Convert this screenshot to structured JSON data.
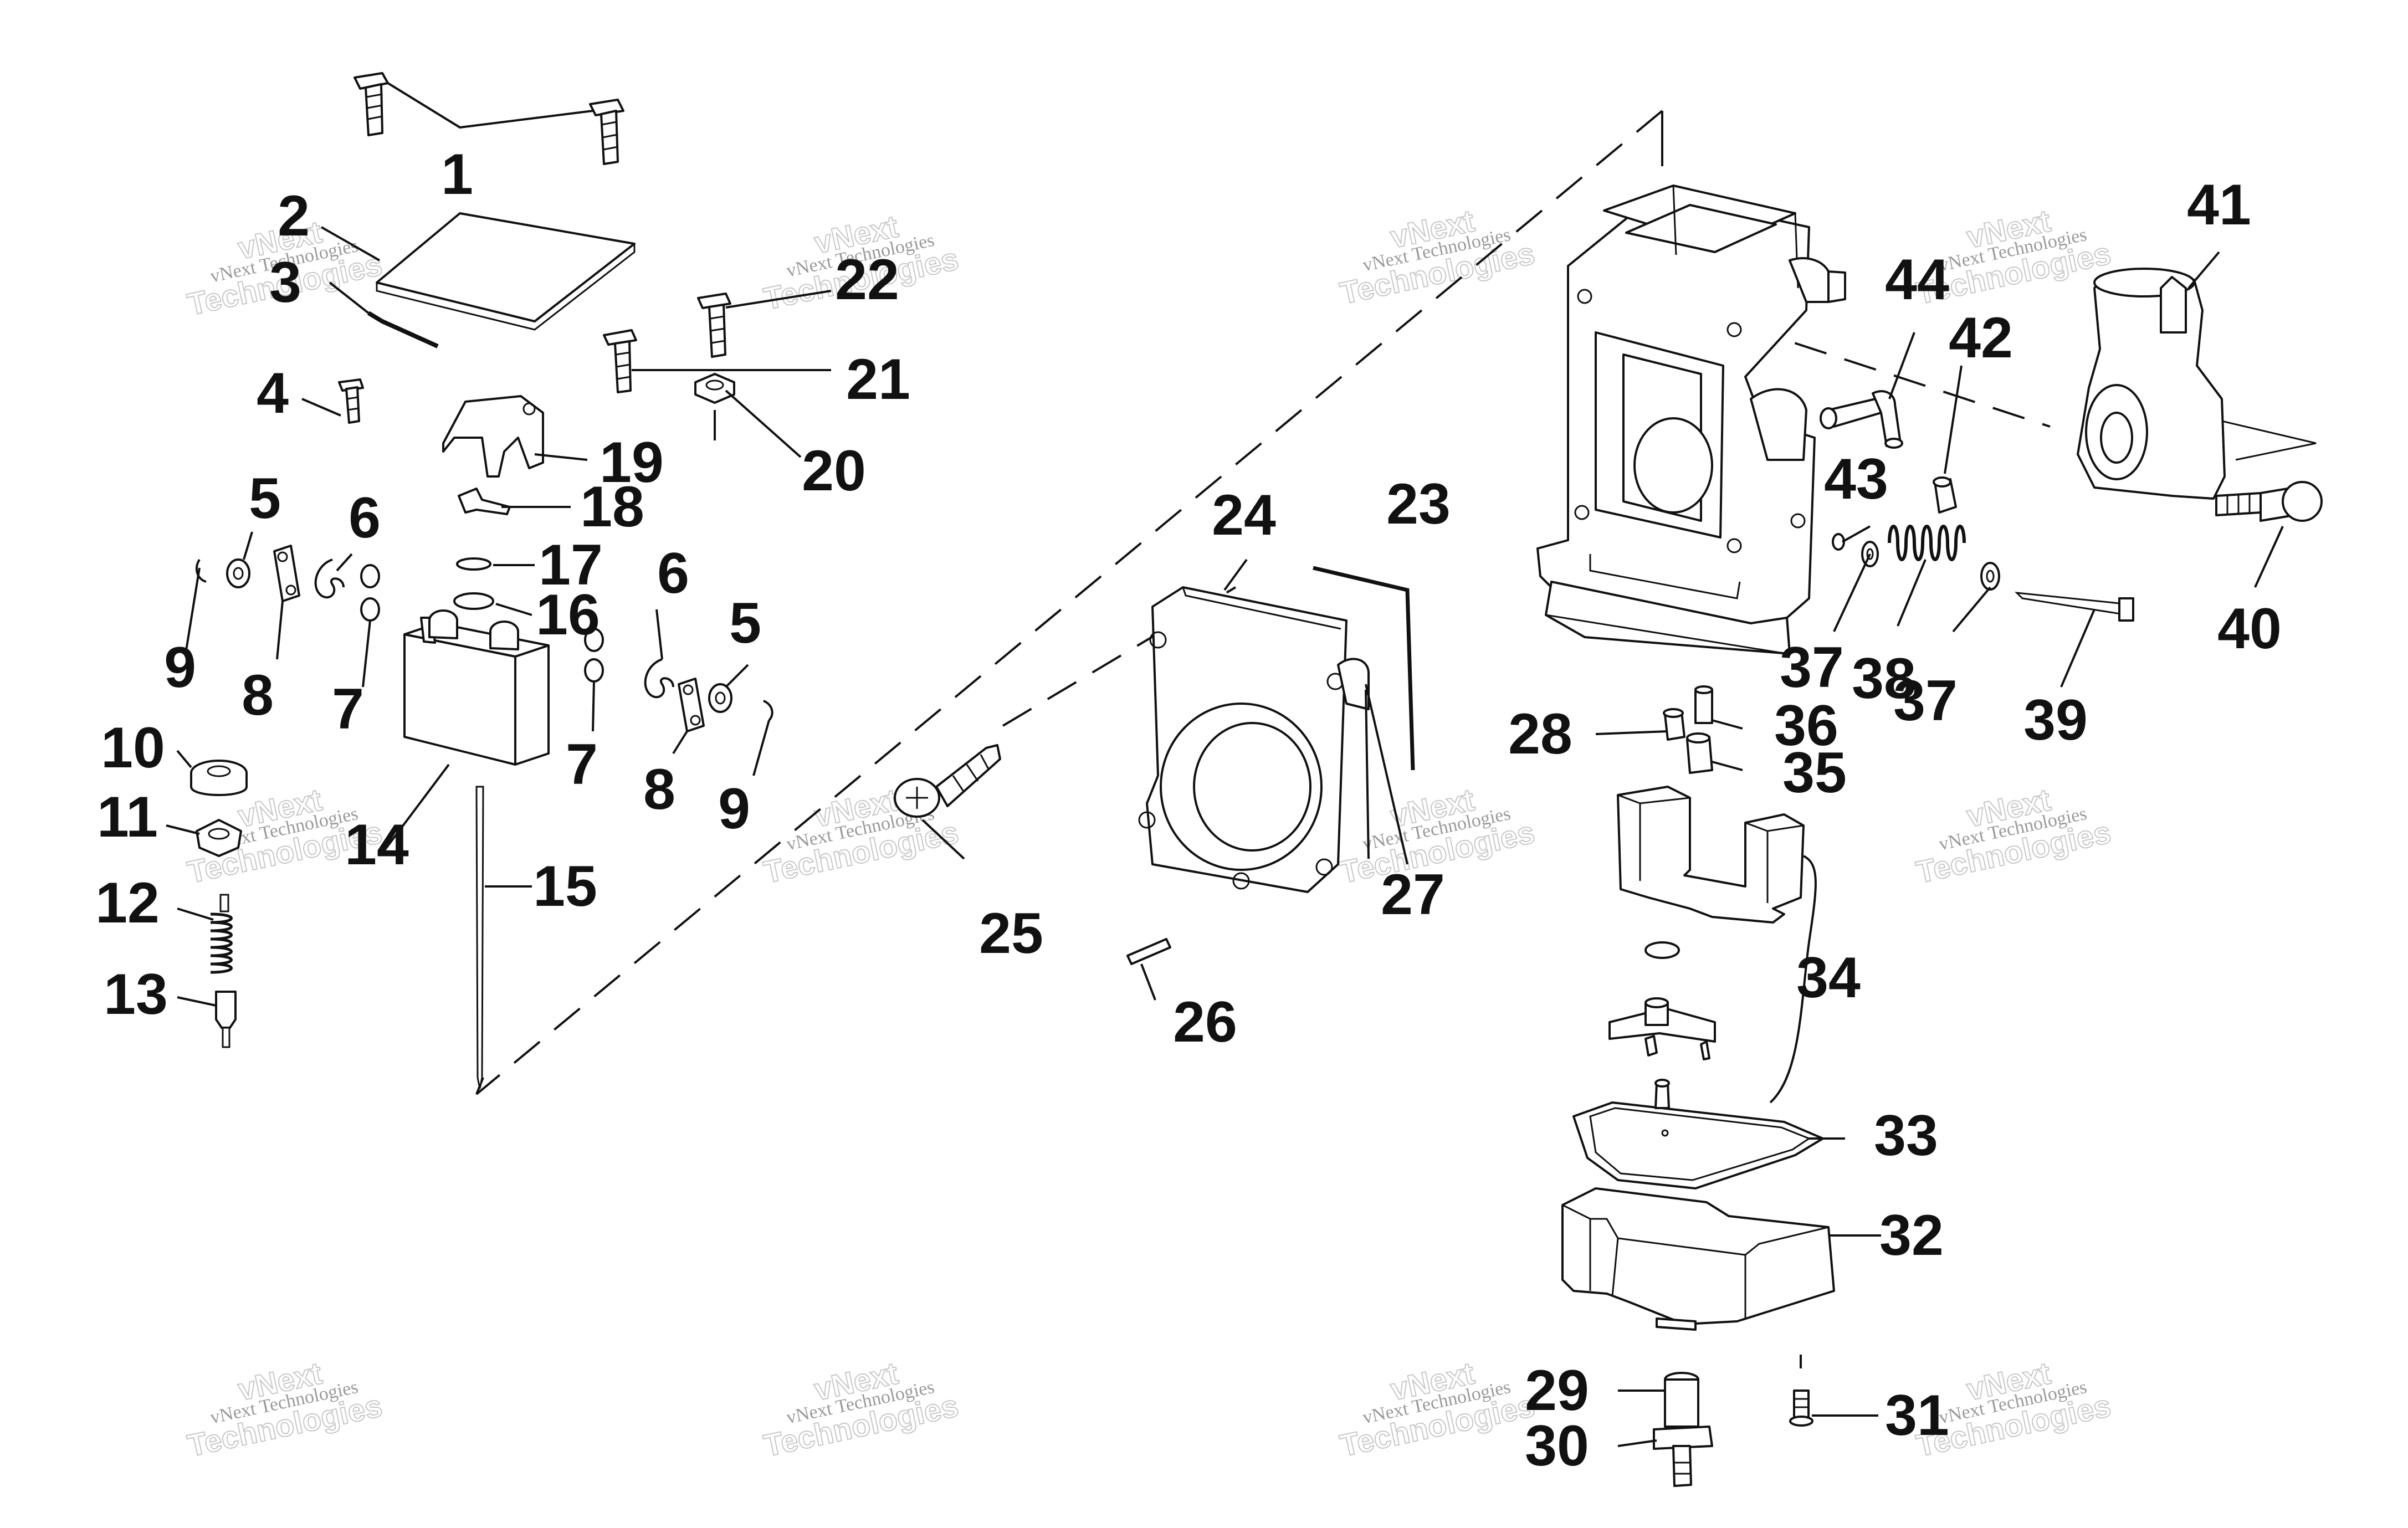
{
  "diagram": {
    "callouts": [
      "1",
      "2",
      "3",
      "4",
      "5",
      "6",
      "7",
      "8",
      "9",
      "10",
      "11",
      "12",
      "13",
      "14",
      "15",
      "16",
      "17",
      "18",
      "19",
      "20",
      "21",
      "22",
      "23",
      "24",
      "25",
      "26",
      "27",
      "28",
      "29",
      "30",
      "31",
      "32",
      "33",
      "34",
      "35",
      "36",
      "37",
      "38",
      "39",
      "40",
      "41",
      "42",
      "43",
      "44"
    ],
    "callout_repeats": {
      "5b": "5",
      "6b": "6",
      "7b": "7",
      "8b": "8",
      "9b": "9",
      "37b": "37"
    },
    "watermark": {
      "line1": "vNext Technologies",
      "line2": "vNext",
      "line3": "Technologies"
    }
  }
}
